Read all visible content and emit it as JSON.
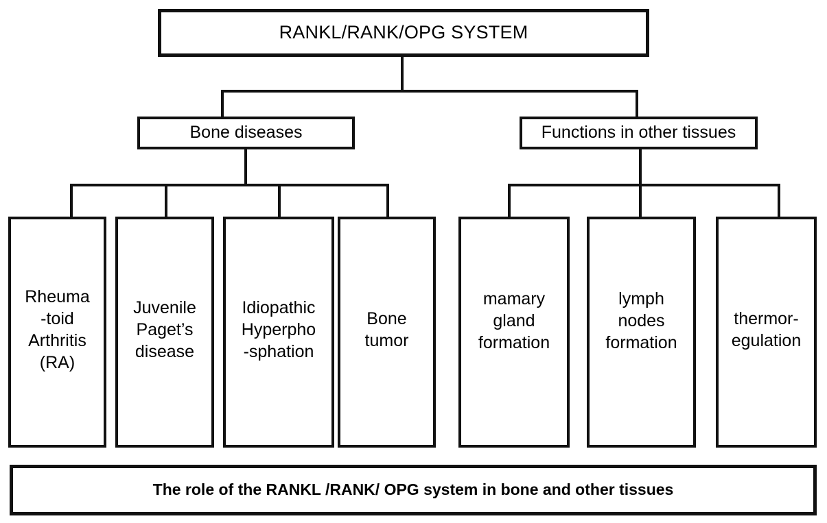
{
  "diagram": {
    "root": {
      "label": "RANKL/RANK/OPG  SYSTEM"
    },
    "branches": [
      {
        "id": "bone-diseases",
        "label": "Bone  diseases"
      },
      {
        "id": "other-tissues",
        "label": "Functions in other tissues"
      }
    ],
    "leaves": [
      {
        "id": "rheumatoid-arthritis",
        "label": "Rheuma\n-toid\nArthritis\n(RA)"
      },
      {
        "id": "juvenile-pagets-disease",
        "label": "Juvenile\nPaget’s\ndisease"
      },
      {
        "id": "idiopathic-hyperphosphation",
        "label": "Idiopathic\nHyperpho\n-sphation"
      },
      {
        "id": "bone-tumor",
        "label": "Bone\ntumor"
      },
      {
        "id": "mamary-gland-formation",
        "label": "mamary\ngland\nformation"
      },
      {
        "id": "lymph-nodes-formation",
        "label": "lymph\nnodes\nformation"
      },
      {
        "id": "thermoregulation",
        "label": "thermor-\negulation"
      }
    ],
    "caption": {
      "label": "The role of the RANKL /RANK/ OPG system in bone and other tissues"
    },
    "colors": {
      "line": "#111111",
      "background": "#ffffff",
      "text": "#000000"
    }
  }
}
